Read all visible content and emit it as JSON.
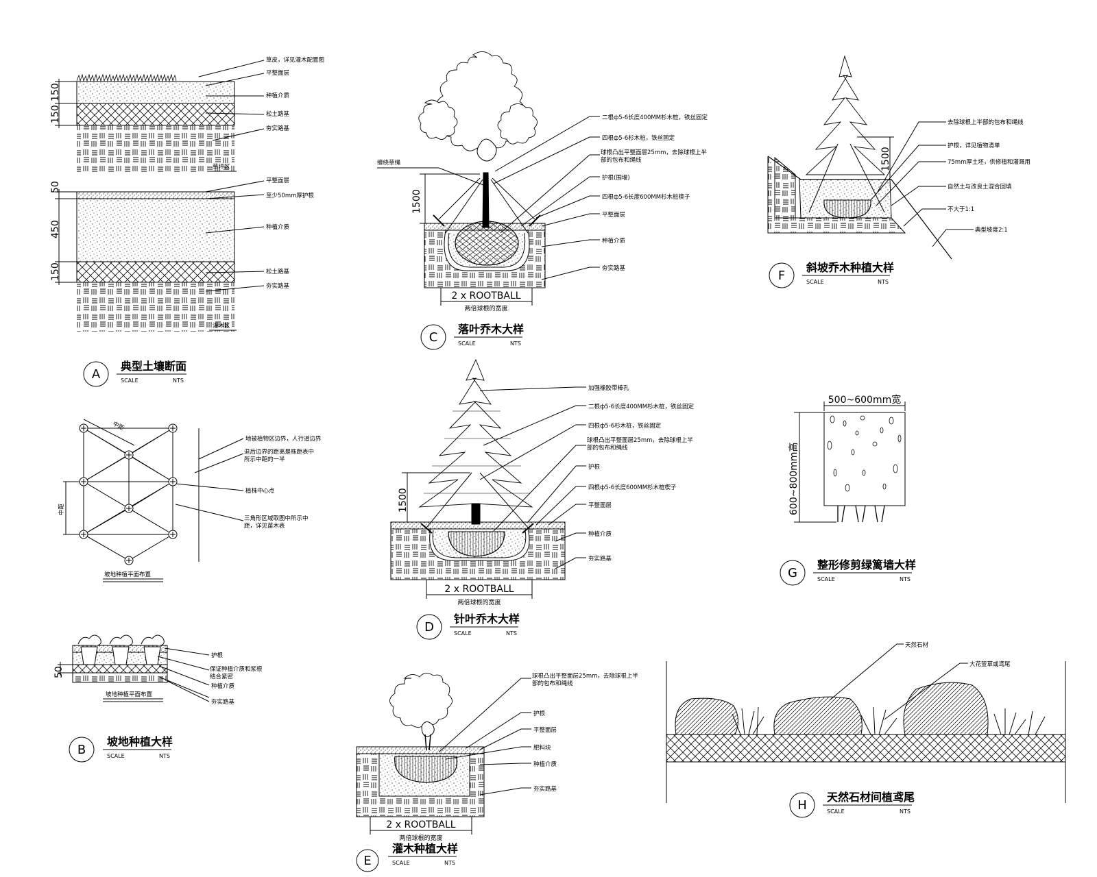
{
  "colors": {
    "line": "#000000",
    "paper": "#ffffff"
  },
  "scale_label": "SCALE",
  "nts_label": "NTS",
  "panels": {
    "A": {
      "letter": "A",
      "title": "典型土壤断面",
      "notes": [
        "草皮，详见灌木配置图",
        "平整面层",
        "种植介质",
        "松土路基",
        "夯实路基",
        "草坪区",
        "平整面层",
        "至少50mm厚护根",
        "种植介质",
        "松土路基",
        "夯实路基",
        "灌木区"
      ],
      "dims": [
        "150",
        "150",
        "50",
        "450",
        "150"
      ]
    },
    "layout": {
      "title": "坡地种植平面布置",
      "notes": [
        "地被植物区边界，人行道边界",
        "退后边界的距离是株距表中所示中距的一半",
        "植株中心点",
        "三角形区域取图中所示中距，详见苗木表"
      ],
      "dims": [
        "中距",
        "中距"
      ]
    },
    "B": {
      "letter": "B",
      "title": "坡地种植大样",
      "sub_title": "坡地种植平面布置",
      "notes": [
        "护根",
        "保证种植介质和浆根结合紧密",
        "种植介质",
        "夯实路基"
      ],
      "dims": [
        "50"
      ]
    },
    "C": {
      "letter": "C",
      "title": "落叶乔木大样",
      "notes": [
        "缠绕草绳",
        "二根ф5-6长度400MM杉木桩，铁丝固定",
        "四根ф5-6杉木桩，铁丝固定",
        "球根凸出平整面层25mm，去除球根上半部的包布和绳线",
        "护根(围堰)",
        "四根ф5-6长度600MM杉木桩楔子",
        "平整面层",
        "种植介质",
        "夯实路基"
      ],
      "dims": [
        "1500",
        "2 x ROOTBALL",
        "两倍球根的宽度"
      ]
    },
    "D": {
      "letter": "D",
      "title": "针叶乔木大样",
      "notes": [
        "加强橡胶带棒孔",
        "二根ф5-6长度400MM杉木桩，铁丝固定",
        "四根ф5-6杉木桩，铁丝固定",
        "球根凸出平整面层25mm，去除球根上半部的包布和绳线",
        "护根",
        "四根ф5-6长度600MM杉木桩楔子",
        "平整面层",
        "种植介质",
        "夯实路基"
      ],
      "dims": [
        "1500",
        "2 x ROOTBALL",
        "两倍球根的宽度"
      ]
    },
    "E": {
      "letter": "E",
      "title": "灌木种植大样",
      "notes": [
        "球根凸出平整面层25mm，去除球根上半部的包布和绳线",
        "护根",
        "平整面层",
        "肥料块",
        "种植介质",
        "夯实路基"
      ],
      "dims": [
        "2 x ROOTBALL",
        "两倍球根的宽度"
      ]
    },
    "F": {
      "letter": "F",
      "title": "斜坡乔木种植大样",
      "notes": [
        "去除球根上半部的包布和绳线",
        "护根，详见植物清单",
        "75mm厚土坯，供修植和灌溉用",
        "自然土与改良土混合回填",
        "不大于1:1",
        "典型坡度2:1"
      ],
      "dims": [
        "1500"
      ]
    },
    "G": {
      "letter": "G",
      "title": "整形修剪绿篱墙大样",
      "dims": [
        "500~600mm宽",
        "600~800mm高"
      ]
    },
    "H": {
      "letter": "H",
      "title": "天然石材间植鸢尾",
      "notes": [
        "天然石材",
        "大花萱草或鸢尾"
      ]
    }
  }
}
